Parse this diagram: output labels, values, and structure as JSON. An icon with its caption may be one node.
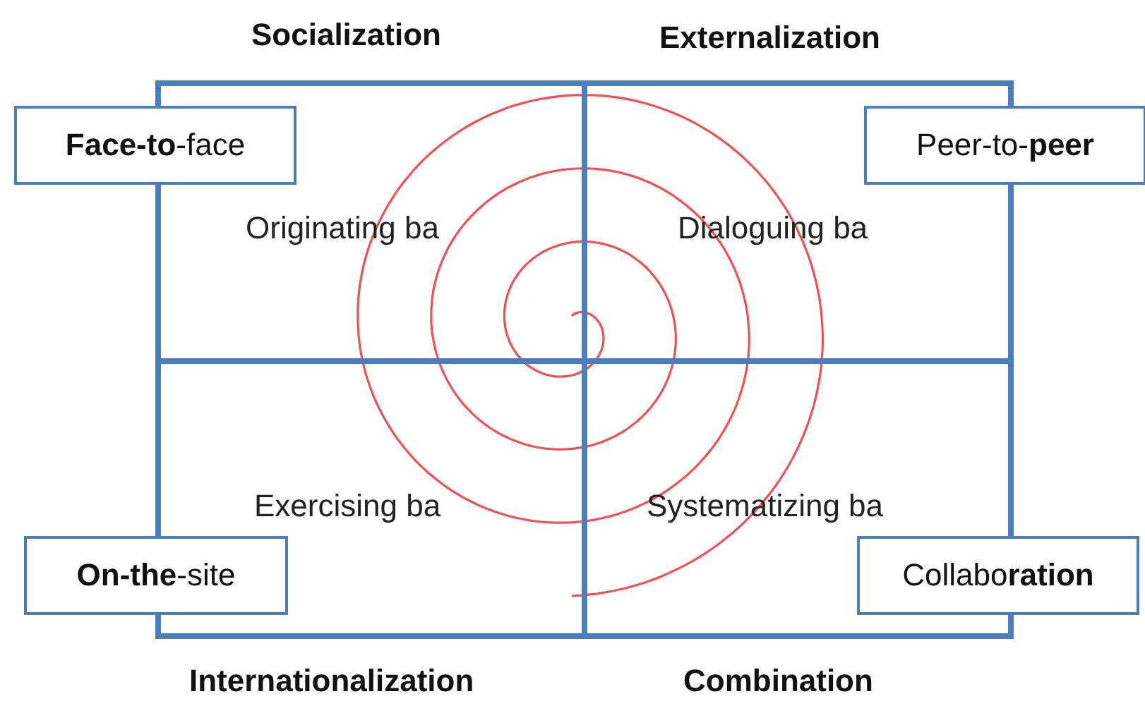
{
  "diagram": {
    "nodes": [
      {
        "text": [
          "Originating ba"
        ]
      },
      {
        "text": [
          "Dialoguing ba"
        ]
      },
      {
        "text": [
          "Exercising ba"
        ]
      },
      {
        "text": [
          "Systematizing ba"
        ]
      },
      {
        "text": [
          "**Face-to**-face"
        ]
      },
      {
        "text": [
          "Peer-to-**peer**"
        ]
      },
      {
        "text": [
          "**On-the**-site"
        ]
      },
      {
        "text": [
          "Collabo**ration**"
        ]
      }
    ],
    "edges": [],
    "labels": [
      "Socialization",
      "Externalization",
      "Internationalization",
      "Combination"
    ]
  }
}
